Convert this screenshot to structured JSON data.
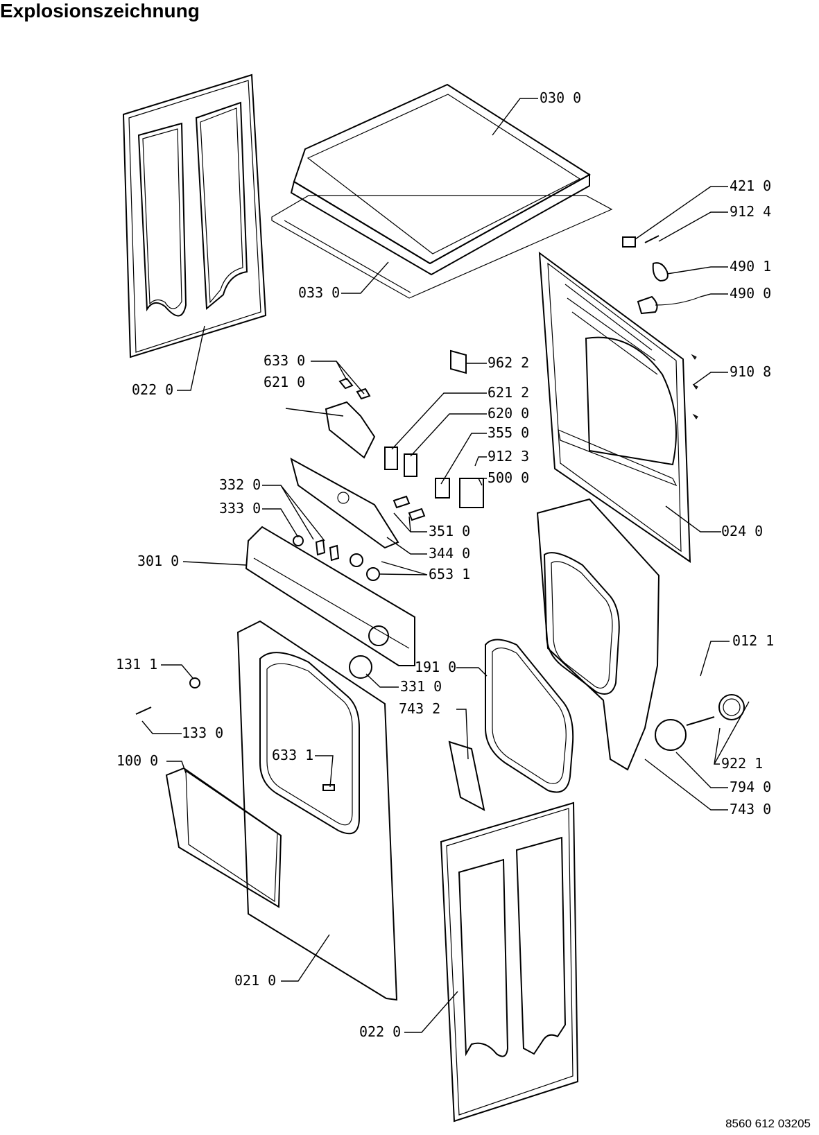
{
  "title": "Explosionszeichnung",
  "document_number": "8560 612 03205",
  "colors": {
    "line": "#000000",
    "background": "#ffffff"
  },
  "labels": {
    "p0300": "030 0",
    "p4210": "421 0",
    "p9124": "912 4",
    "p4901": "490 1",
    "p4900": "490 0",
    "p0330": "033 0",
    "p0220_top": "022 0",
    "p9622": "962 2",
    "p9108": "910 8",
    "p6330": "633 0",
    "p6210": "621 0",
    "p6212": "621 2",
    "p6200": "620 0",
    "p3550": "355 0",
    "p9123": "912 3",
    "p5000": "500 0",
    "p3320": "332 0",
    "p3330": "333 0",
    "p3510": "351 0",
    "p0240": "024 0",
    "p3010": "301 0",
    "p3440": "344 0",
    "p6531": "653 1",
    "p0121": "012 1",
    "p1311": "131 1",
    "p1910": "191 0",
    "p3310": "331 0",
    "p7432": "743 2",
    "p1330": "133 0",
    "p6331": "633 1",
    "p9221": "922 1",
    "p1000": "100 0",
    "p7940": "794 0",
    "p7430": "743 0",
    "p0210": "021 0",
    "p0220_bottom": "022 0"
  }
}
